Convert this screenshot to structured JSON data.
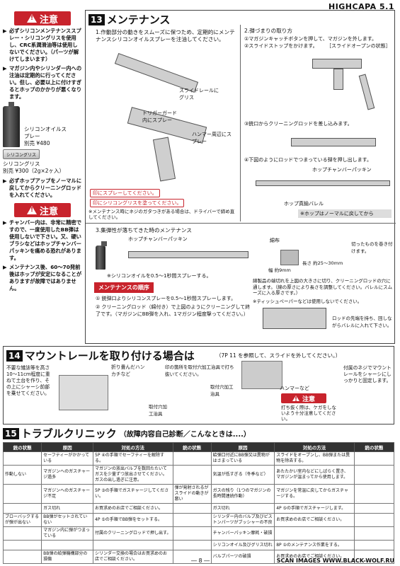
{
  "header": {
    "model": "HIGHCAPA 5.1"
  },
  "left": {
    "caution1": "注意",
    "warn1": "必ずシリコンメンテナンススプレー・シリコングリスを使用し、CRC系潤滑油等は使用しないでください。（パーツが解けてしまいます）",
    "warn2": "マガジン内やシリンダー内への注油は定期的に行ってください。但し、必要以上に付けすぎるとホップのかかりが悪くなります。",
    "oil_name": "シリコンオイルスプレー",
    "oil_price": "別売 ¥480",
    "grease_label": "シリコングリス",
    "grease_name": "シリコングリス",
    "grease_price": "別売 ¥300（2g×2ヶ入）",
    "warn3": "必ずホップアップをノーマルに戻してからクリーニングロッドを入れてください。",
    "caution2": "注意",
    "warn4": "チャンバー内は、非常に精密ですので、一度使用したBB弾は使用しないで下さい。又、硬いブラシなどはホップチャンバーパッキンを痛める恐れがあります。",
    "warn5": "メンテナンス後、60〜70発前後はホップが安定になることがありますが故障ではありません。"
  },
  "sec13": {
    "num": "13",
    "title": "メンテナンス",
    "step1": "1.作動部分の動きをスムーズに保つため、定期的にメンテナンスシリコンオイルスプレーを注油してください。",
    "slide_rail": "スライドレールにグリス",
    "trigger_guard": "トリガーガード内にスプレー",
    "hammer": "ハンマー周辺にスプレー",
    "mark_spray": "印にスプレーしてください。",
    "mark_grease": "印にシリコングリスを塗ってください。",
    "screw_note": "※メンテナンス時にネジのガタつきがある場合は、ドライバーで締め直してください。",
    "step2": "2.弾づまりの取り方",
    "step2_1": "①マガジンキャッチボタンを押して、マガジンを外します。",
    "step2_2": "②スライドストップをかけます。",
    "slide_open": "［スライドオープンの状態］",
    "step2_3": "③銃口からクリーニングロッドを差し込みます。",
    "step2_4": "④下図のようにロッドでつまっている弾を押し出します。",
    "hop_packing": "ホップチャンバーパッキン",
    "hop_barrel": "ホップ真鍮バレル",
    "hop_note": "※ホップはノーマルに戻してから",
    "step3": "3.集弾性が落ちてきた時のメンテナンス",
    "hop_packing2": "ホップチャンバーパッキン",
    "oil_note": "※シリコンオイルを0.5〜1秒間スプレーする。",
    "cloth": "綿布",
    "width": "幅 約9mm",
    "length": "長さ 約25〜30mm",
    "cut": "切ったものを巻き付けます。",
    "cleaning": "綿製品の端切れを上図の大きさに切り、クリーニングロッドの穴に通します。（綿の厚さにより長さを調整してください。バレルにスムーズに入る厚さです。）",
    "tissue": "※ティッシュペーパーなどは使用しないでください。",
    "order_title": "メンテナンスの順序",
    "order1": "① 銃弾口よりシリコンスプレーを0.5〜1秒間スプレーします。",
    "order2": "② クリーニングロッド（綿付き）で上図のようにクリーニングして終了です。（マガジンにBB弾を入れ、1マガジン程度撃ってください。）",
    "rod_note": "ロッドの先端を持ち、回しながらバレルに入れて下さい。"
  },
  "sec14": {
    "num": "14",
    "title": "マウントレールを取り付ける場合は",
    "ref": "（7P 11 を参照して、スライドを外してください。）",
    "note_left": "不要な雑誌等を高さ10〜11cm程度に重ねて土台を作り、その上にシャーシ前部を乗せてください。",
    "handkerchief": "折り畳んだハンカチなど",
    "mark_cut": "印の箇所を取付穴加工治具で打ち抜いてください。",
    "hole_label": "取付穴加工治具",
    "hole_label2": "取付穴加工治具",
    "hammer": "ハンマーなど",
    "caution": "注意",
    "caution_text": "打ち抜く際は、ケガをしないよう十分注意してください。",
    "screw": "付属のネジでマウントレールをシャーシにしっかりと固定します。"
  },
  "sec15": {
    "num": "15",
    "title": "トラブルクリニック",
    "subtitle": "（故障内容自己診断／こんなときは....）",
    "headers": [
      "銃の状態",
      "原因",
      "対処の方法",
      "銃の状態",
      "原因",
      "対処の方法",
      "銃の状態"
    ],
    "rows": [
      [
        "",
        "セーフティーがかかっている",
        "5P ④の手順でセーフティーを解除する。",
        "",
        "給弾口付近にBB弾又は異物がはさまっている",
        "スライドをオープンし、BB弾または異物を除去する。",
        ""
      ],
      [
        "作動しない",
        "マガジンへのガスチャージ過多",
        "マガジンの放出バルブを数回たたいてガスを少量ずつ放出させてください。ガスの出し過ぎに注意。",
        "",
        "気温が低すぎる（冬季など）",
        "あたたかい室内などにしばらく置き、マガジンが温まってから使用します。",
        ""
      ],
      [
        "",
        "マガジンへのガスチャージ不足",
        "5P ③の手順でガスチャージしてください。",
        "弾が発射されるがスライドの動きが悪い",
        "ガスの残り（1つのマガジンの長時間連続作動）",
        "マガジンを常温に戻してからガスチャージする。",
        ""
      ],
      [
        "",
        "ガス切れ",
        "お買求めのお店でご相談ください。",
        "",
        "ガス切れ",
        "4P ⑤の手順でガスチャージします。",
        ""
      ],
      [
        "ブローバックするが弾が出ない",
        "BB弾がセットされていない",
        "4P ⑤の手順でBB弾をセットする。",
        "",
        "シリンダー内のバルブ及びピストンパーツがブッシャーの不良",
        "お買求めのお店でご相談ください。",
        ""
      ],
      [
        "",
        "マガジン内に弾がつまっている",
        "付属のクリーニングロッドで押し出す。",
        "",
        "チャンバーパッキン摩耗・破損",
        "",
        ""
      ],
      [
        "",
        "",
        "",
        "",
        "シリコンオイル及びグリス切れ",
        "8P ①のメンテナンス作業をする。",
        ""
      ],
      [
        "",
        "BB弾の給弾機構部分の損傷",
        "シリンダー交換の場合はお買求めのお店でご相談ください。",
        "",
        "バルブパーツの破損",
        "お買求めのお店でご相談ください。",
        ""
      ]
    ]
  },
  "footer": {
    "page": "― 8 ―",
    "scan": "SCAN IMAGES WWW.BLACK-WOLF.RU"
  }
}
